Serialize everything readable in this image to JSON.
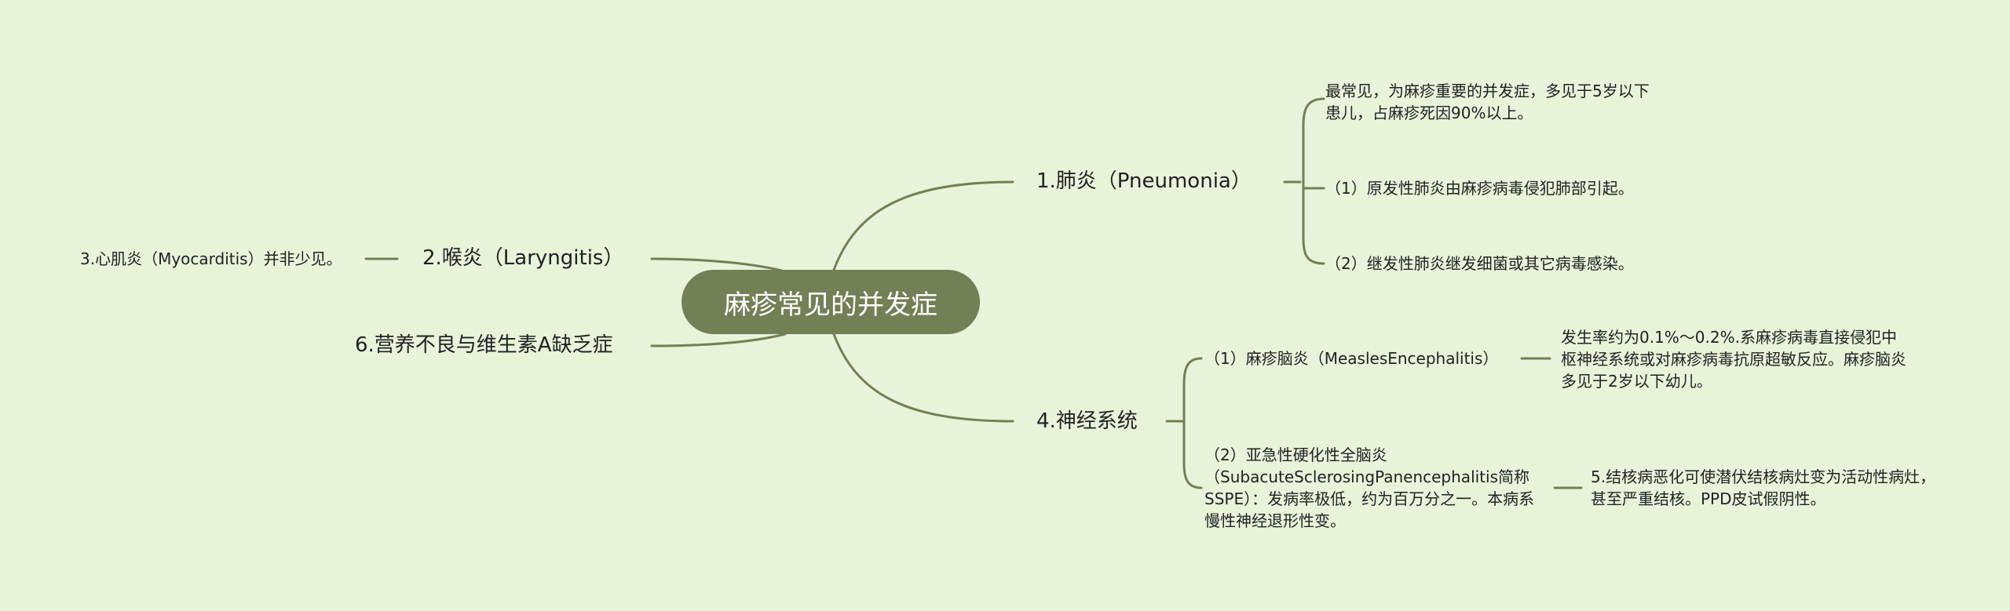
{
  "root": {
    "title": "麻疹常见的并发症"
  },
  "colors": {
    "background": "#e8f3da",
    "root_fill": "#737f55",
    "line": "#737f55"
  },
  "branches": {
    "pneumonia": {
      "label": "1.肺炎（Pneumonia）",
      "children": [
        "最常见，为麻疹重要的并发症，多见于5岁以下患儿，占麻疹死因90%以上。",
        "（1）原发性肺炎由麻疹病毒侵犯肺部引起。",
        "（2）继发性肺炎继发细菌或其它病毒感染。"
      ]
    },
    "laryngitis": {
      "label": "2.喉炎（Laryngitis）",
      "child": "3.心肌炎（Myocarditis）并非少见。"
    },
    "malnutrition": {
      "label": "6.营养不良与维生素A缺乏症"
    },
    "nervous": {
      "label": "4.神经系统",
      "encephalitis": {
        "label": "（1）麻疹脑炎（MeaslesEncephalitis）",
        "detail": "发生率约为0.1%～0.2%.系麻疹病毒直接侵犯中枢神经系统或对麻疹病毒抗原超敏反应。麻疹脑炎多见于2岁以下幼儿。"
      },
      "sspe": {
        "label": "（2）亚急性硬化性全脑炎（SubacuteSclerosingPanencephalitis简称SSPE）：发病率极低，约为百万分之一。本病系慢性神经退形性变。",
        "detail": "5.结核病恶化可使潜伏结核病灶变为活动性病灶，甚至严重结核。PPD皮试假阴性。"
      }
    }
  }
}
